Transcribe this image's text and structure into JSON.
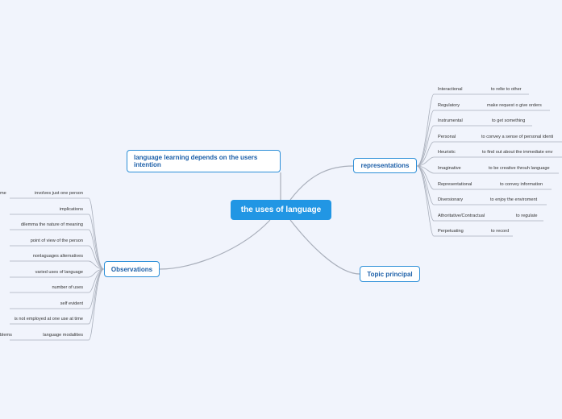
{
  "central": {
    "label": "the uses of language"
  },
  "main_topics": {
    "intention": "language learning depends on the users intention",
    "representations": "representations",
    "observations": "Observations",
    "topic": "Topic principal"
  },
  "representations": [
    {
      "label": "Interactional",
      "value": "to relte to other"
    },
    {
      "label": "Regulatory",
      "value": "make request o give orders"
    },
    {
      "label": "Instrumental",
      "value": "to get something"
    },
    {
      "label": "Personal",
      "value": "to convey a sense of personal identi"
    },
    {
      "label": "Heuristic",
      "value": "to find out about the immediate env"
    },
    {
      "label": "Imaginative",
      "value": "to be creative throuh language"
    },
    {
      "label": "Representational",
      "value": "to convey information"
    },
    {
      "label": "Diversionary",
      "value": "to enjoy the enviroment"
    },
    {
      "label": "Athoritative/Contractual",
      "value": "to regulate"
    },
    {
      "label": "Perpetuating",
      "value": "to record"
    }
  ],
  "observations": [
    {
      "label": "involves just one person",
      "extra": "me"
    },
    {
      "label": "implications"
    },
    {
      "label": "dilemma the nature of meaning"
    },
    {
      "label": "point of view of the person"
    },
    {
      "label": "nonlaguages alternatives"
    },
    {
      "label": "varied uses of language"
    },
    {
      "label": "number of uses"
    },
    {
      "label": "self evident"
    },
    {
      "label": "is not employed at one use at time"
    },
    {
      "label": "language modalities",
      "extra": "blems"
    }
  ],
  "colors": {
    "central_fill": "#2196e4",
    "node_border": "#2d8fd8",
    "node_text": "#1c5fa8",
    "line": "#a9afbb"
  }
}
